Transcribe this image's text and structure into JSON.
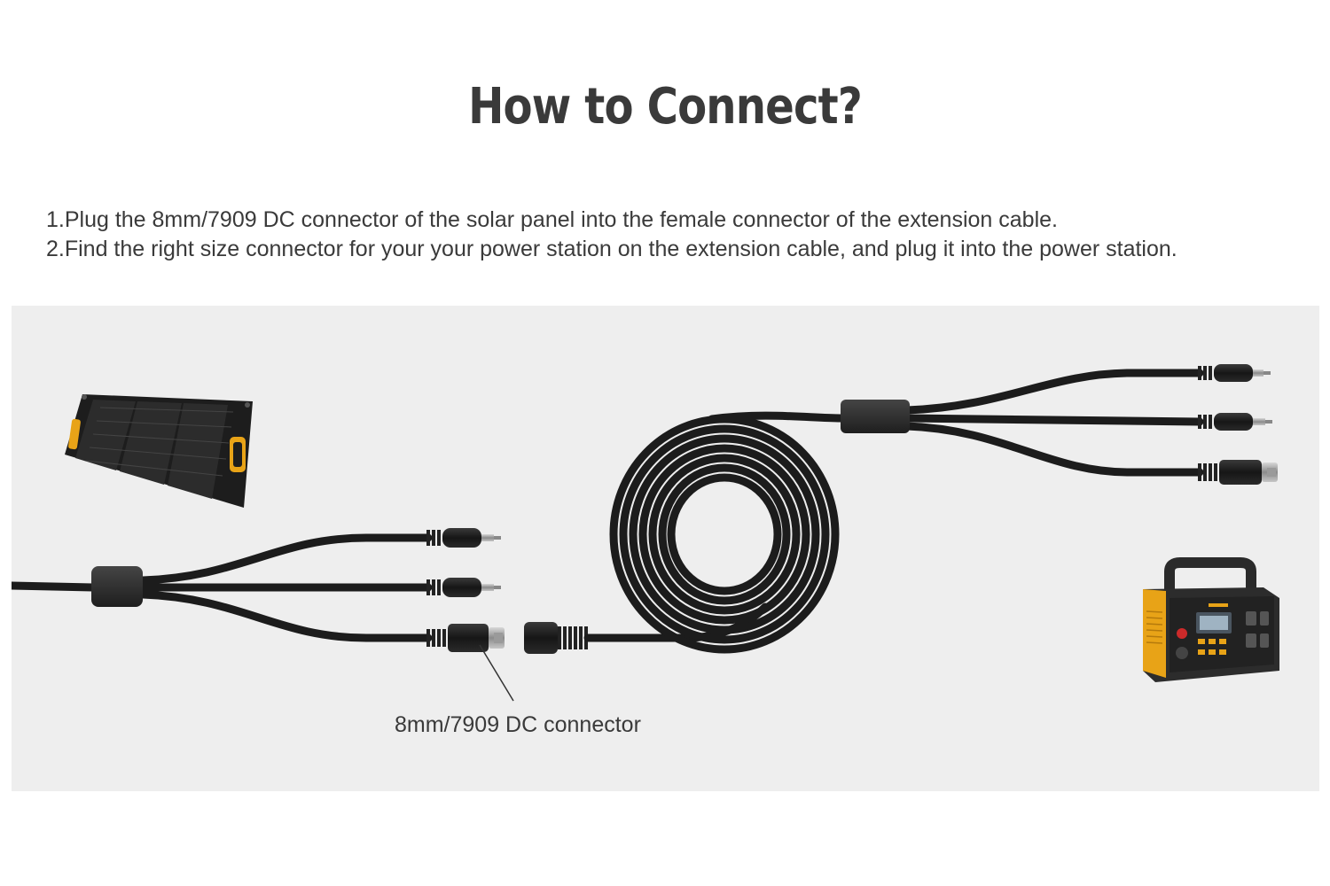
{
  "title": "How to Connect?",
  "steps": [
    "1.Plug the 8mm/7909 DC connector of the solar panel into the female connector of the extension cable.",
    "2.Find the right size connector for your your power station on the extension cable, and plug it into the power station."
  ],
  "diagram": {
    "callout_label": "8mm/7909 DC connector",
    "colors": {
      "background": "#eeeeee",
      "cable": "#1c1c1c",
      "accent": "#e8a317",
      "text": "#3a3a3a"
    },
    "icons": [
      "solar-panel-icon",
      "power-station-icon",
      "cable-coil-icon",
      "y-splitter-icon",
      "dc-connector-icon"
    ]
  }
}
